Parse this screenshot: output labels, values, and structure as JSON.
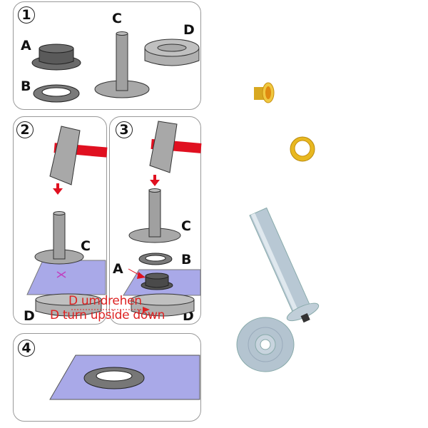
{
  "instructions": {
    "step1": {
      "number": "1",
      "labels": {
        "a": "A",
        "b": "B",
        "c": "C",
        "d": "D"
      }
    },
    "step2": {
      "number": "2",
      "labels": {
        "c": "C",
        "d": "D"
      }
    },
    "step3": {
      "number": "3",
      "labels": {
        "a": "A",
        "b": "B",
        "c": "C",
        "d": "D"
      }
    },
    "step4": {
      "number": "4"
    },
    "caption_de": "D umdrehen",
    "caption_en": "D turn upside down"
  },
  "colors": {
    "fabric": "#a9a9e8",
    "hammer_handle": "#e01020",
    "arrow": "#e01020",
    "metal_gray": "#a8a8a8",
    "brass": "#e8b820",
    "zinc": "#b8c8d4"
  },
  "product_photo": {
    "items": [
      "grommet-eyelet",
      "grommet-washer",
      "setting-punch",
      "anvil-base"
    ]
  }
}
